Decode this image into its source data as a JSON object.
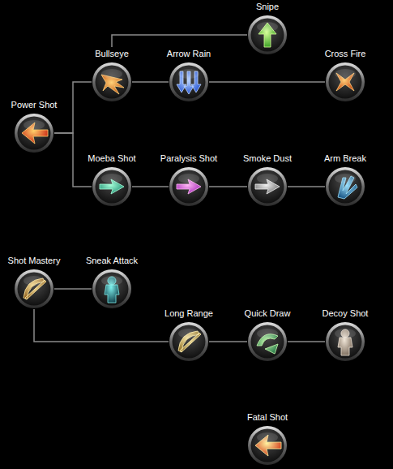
{
  "diagram": {
    "nodes": [
      {
        "text": [
          "Snipe"
        ]
      },
      {
        "text": [
          "Bullseye"
        ]
      },
      {
        "text": [
          "Arrow Rain"
        ]
      },
      {
        "text": [
          "Cross Fire"
        ]
      },
      {
        "text": [
          "Power Shot"
        ]
      },
      {
        "text": [
          "Moeba Shot"
        ]
      },
      {
        "text": [
          "Paralysis Shot"
        ]
      },
      {
        "text": [
          "Smoke Dust"
        ]
      },
      {
        "text": [
          "Arm Break"
        ]
      },
      {
        "text": [
          "Shot Mastery"
        ]
      },
      {
        "text": [
          "Sneak Attack"
        ]
      },
      {
        "text": [
          "Long Range"
        ]
      },
      {
        "text": [
          "Quick Draw"
        ]
      },
      {
        "text": [
          "Decoy Shot"
        ]
      },
      {
        "text": [
          "Fatal Shot"
        ]
      }
    ],
    "edges": [
      {
        "from": 4,
        "to": 1,
        "arrow": "none"
      },
      {
        "from": 4,
        "to": 5,
        "arrow": "none"
      },
      {
        "from": 1,
        "to": 0,
        "arrow": "none"
      },
      {
        "from": 1,
        "to": 2,
        "arrow": "none"
      },
      {
        "from": 2,
        "to": 3,
        "arrow": "none"
      },
      {
        "from": 5,
        "to": 6,
        "arrow": "none"
      },
      {
        "from": 6,
        "to": 7,
        "arrow": "none"
      },
      {
        "from": 7,
        "to": 8,
        "arrow": "none"
      },
      {
        "from": 9,
        "to": 10,
        "arrow": "none"
      },
      {
        "from": 9,
        "to": 11,
        "arrow": "none"
      },
      {
        "from": 11,
        "to": 12,
        "arrow": "none"
      },
      {
        "from": 12,
        "to": 13,
        "arrow": "none"
      }
    ]
  }
}
